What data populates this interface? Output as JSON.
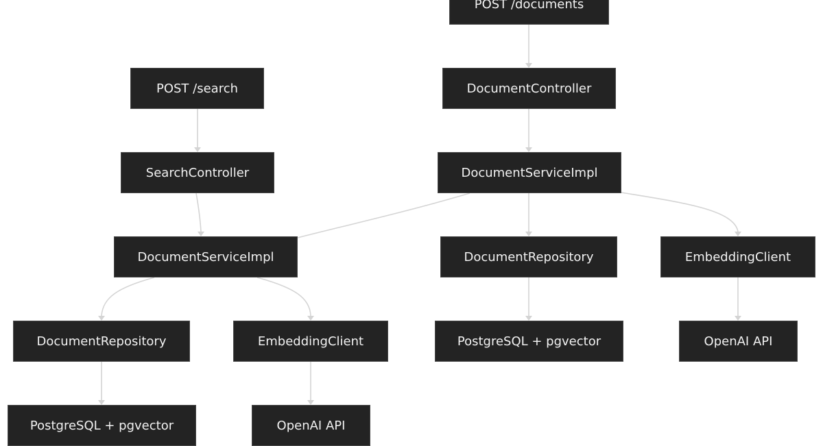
{
  "nodes": {
    "post_documents": "POST /documents",
    "post_search": "POST /search",
    "document_controller": "DocumentController",
    "search_controller": "SearchController",
    "document_service_impl_top": "DocumentServiceImpl",
    "document_service_impl_mid": "DocumentServiceImpl",
    "document_repository_right": "DocumentRepository",
    "embedding_client_right": "EmbeddingClient",
    "document_repository_left": "DocumentRepository",
    "embedding_client_left": "EmbeddingClient",
    "postgres_right": "PostgreSQL + pgvector",
    "openai_right": "OpenAI API",
    "postgres_left": "PostgreSQL + pgvector",
    "openai_left": "OpenAI API"
  },
  "edges": [
    {
      "from": "post_documents",
      "to": "document_controller"
    },
    {
      "from": "document_controller",
      "to": "document_service_impl_top"
    },
    {
      "from": "document_service_impl_top",
      "to": "document_service_impl_mid"
    },
    {
      "from": "document_service_impl_top",
      "to": "document_repository_right"
    },
    {
      "from": "document_service_impl_top",
      "to": "embedding_client_right"
    },
    {
      "from": "document_repository_right",
      "to": "postgres_right"
    },
    {
      "from": "embedding_client_right",
      "to": "openai_right"
    },
    {
      "from": "post_search",
      "to": "search_controller"
    },
    {
      "from": "search_controller",
      "to": "document_service_impl_mid"
    },
    {
      "from": "document_service_impl_mid",
      "to": "document_repository_left"
    },
    {
      "from": "document_service_impl_mid",
      "to": "embedding_client_left"
    },
    {
      "from": "document_repository_left",
      "to": "postgres_left"
    },
    {
      "from": "embedding_client_left",
      "to": "openai_left"
    }
  ],
  "colors": {
    "node_fill": "#232323",
    "node_text": "#f2f2f2",
    "edge": "#d4d4d4",
    "background": "#ffffff"
  }
}
